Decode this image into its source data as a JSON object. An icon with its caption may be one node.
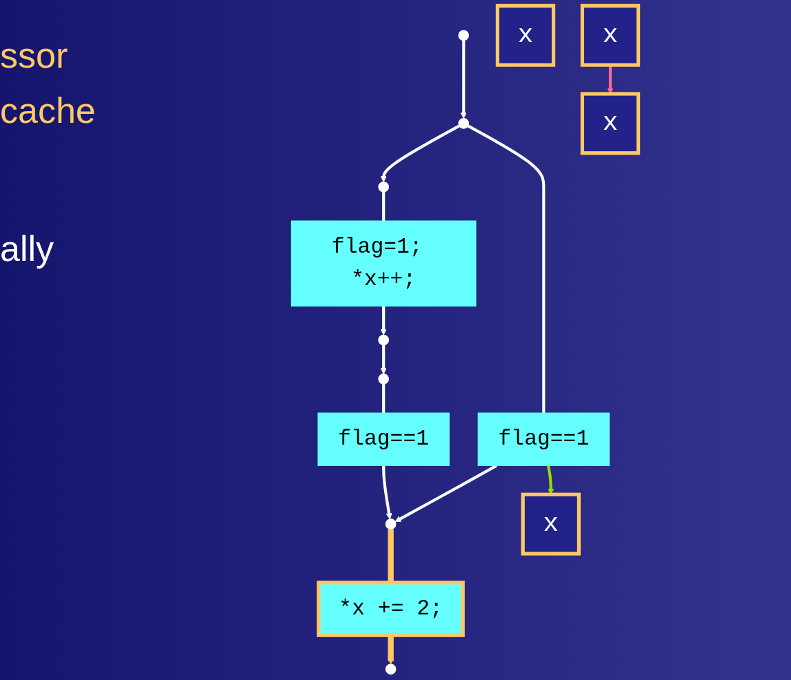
{
  "diagram": {
    "nodes": [
      {
        "text": [],
        "shape": "circle"
      },
      {
        "text": [
          "x"
        ]
      },
      {
        "text": [],
        "shape": "circle"
      },
      {
        "text": [
          "flag==1"
        ]
      },
      {
        "text": [],
        "shape": "circle"
      },
      {
        "text": [
          "flag=1; *x++;"
        ]
      },
      {
        "text": [
          "x"
        ]
      },
      {
        "text": [],
        "shape": "circle"
      },
      {
        "text": [],
        "shape": "circle"
      },
      {
        "text": [
          "flag==1"
        ]
      },
      {
        "text": [],
        "shape": "circle"
      },
      {
        "text": [
          "x"
        ]
      },
      {
        "text": [
          "*x += 2;"
        ]
      },
      {
        "text": [
          "x"
        ]
      },
      {
        "text": [],
        "shape": "circle"
      }
    ],
    "edges": [
      {
        "from": 0,
        "to": 2,
        "arrow": "to"
      },
      {
        "from": 2,
        "to": 3,
        "arrow": "none"
      },
      {
        "from": 3,
        "to": 10,
        "arrow": "to"
      },
      {
        "from": 2,
        "to": 4,
        "arrow": "to"
      },
      {
        "from": 4,
        "to": 5,
        "arrow": "none"
      },
      {
        "from": 5,
        "to": 7,
        "arrow": "to"
      },
      {
        "from": 7,
        "to": 8,
        "arrow": "to"
      },
      {
        "from": 8,
        "to": 9,
        "arrow": "none"
      },
      {
        "from": 9,
        "to": 10,
        "arrow": "to"
      },
      {
        "from": 10,
        "to": 12,
        "arrow": "none",
        "style": "thick",
        "color": "#ffc864"
      },
      {
        "from": 12,
        "to": 14,
        "arrow": "to",
        "style": "thick",
        "color": "#ffc864"
      },
      {
        "from": 3,
        "to": 11,
        "arrow": "to",
        "color": "#99dd00"
      },
      {
        "from": 6,
        "to": 13,
        "arrow": "to",
        "color": "#ff6699"
      }
    ],
    "labels": [
      "ssor",
      "cache",
      "ally"
    ]
  }
}
